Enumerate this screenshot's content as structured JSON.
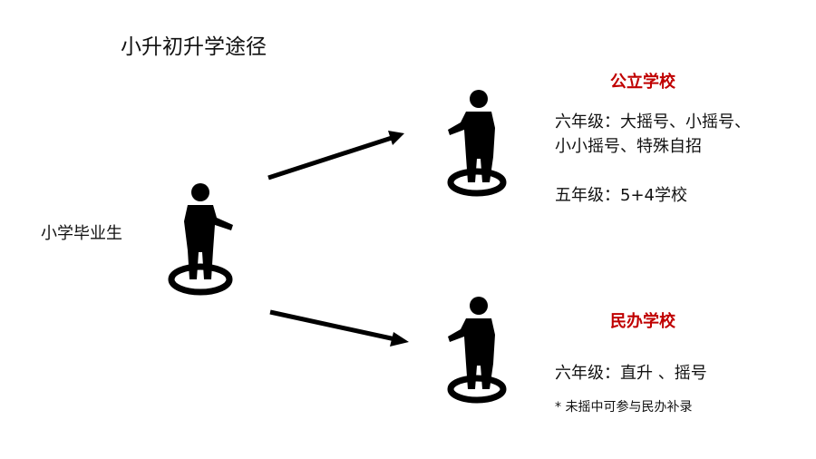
{
  "title": "小升初升学途径",
  "graduate_label": "小学毕业生",
  "public_school": {
    "title": "公立学校",
    "line1": "六年级：大摇号、小摇号、",
    "line2": "小小摇号、特殊自招",
    "line3": "五年级：5+4学校"
  },
  "private_school": {
    "title": "民办学校",
    "line1": "六年级：直升 、摇号",
    "note": "* 未摇中可参与民办补录"
  },
  "colors": {
    "accent": "#c00000",
    "text": "#111111"
  }
}
